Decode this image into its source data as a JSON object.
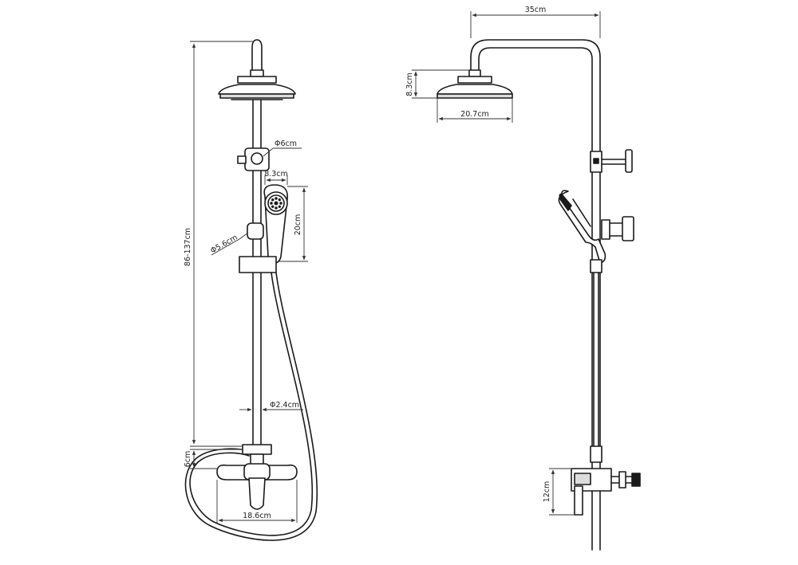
{
  "dimensions": {
    "total_height": "86-137cm",
    "head_bracket_dia": "Φ6cm",
    "hand_shower_width": "8.3cm",
    "hand_shower_length": "20cm",
    "holder_dia": "Φ5.6cm",
    "pipe_dia": "Φ2.4cm",
    "outlet_height": "6cm",
    "mixer_width": "18.6cm",
    "arm_projection": "35cm",
    "head_height": "8.3cm",
    "head_diameter": "20.7cm",
    "mixer_depth": "12cm"
  }
}
